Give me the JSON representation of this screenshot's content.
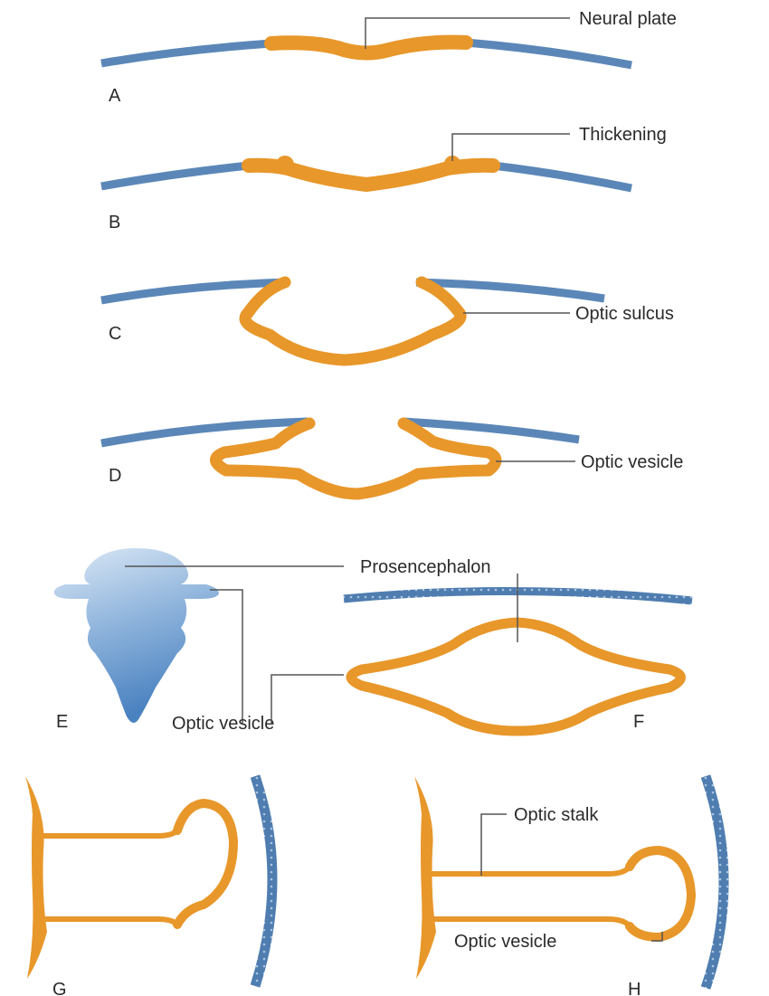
{
  "colors": {
    "ectoderm": "#5b87b8",
    "neural_tissue": "#e8972a",
    "forebrain_light": "#c8dcef",
    "forebrain_dark": "#4a82c0",
    "leader_line": "#555555",
    "text": "#2a2a2a"
  },
  "panels": {
    "A": {
      "letter": "A",
      "label": "Neural plate"
    },
    "B": {
      "letter": "B",
      "label": "Thickening"
    },
    "C": {
      "letter": "C",
      "label": "Optic sulcus"
    },
    "D": {
      "letter": "D",
      "label": "Optic vesicle"
    },
    "E": {
      "letter": "E",
      "label": "Optic vesicle"
    },
    "F": {
      "letter": "F",
      "label": "Prosencephalon"
    },
    "G": {
      "letter": "G"
    },
    "H": {
      "letter": "H",
      "label_top": "Optic stalk",
      "label_bottom": "Optic vesicle"
    }
  }
}
